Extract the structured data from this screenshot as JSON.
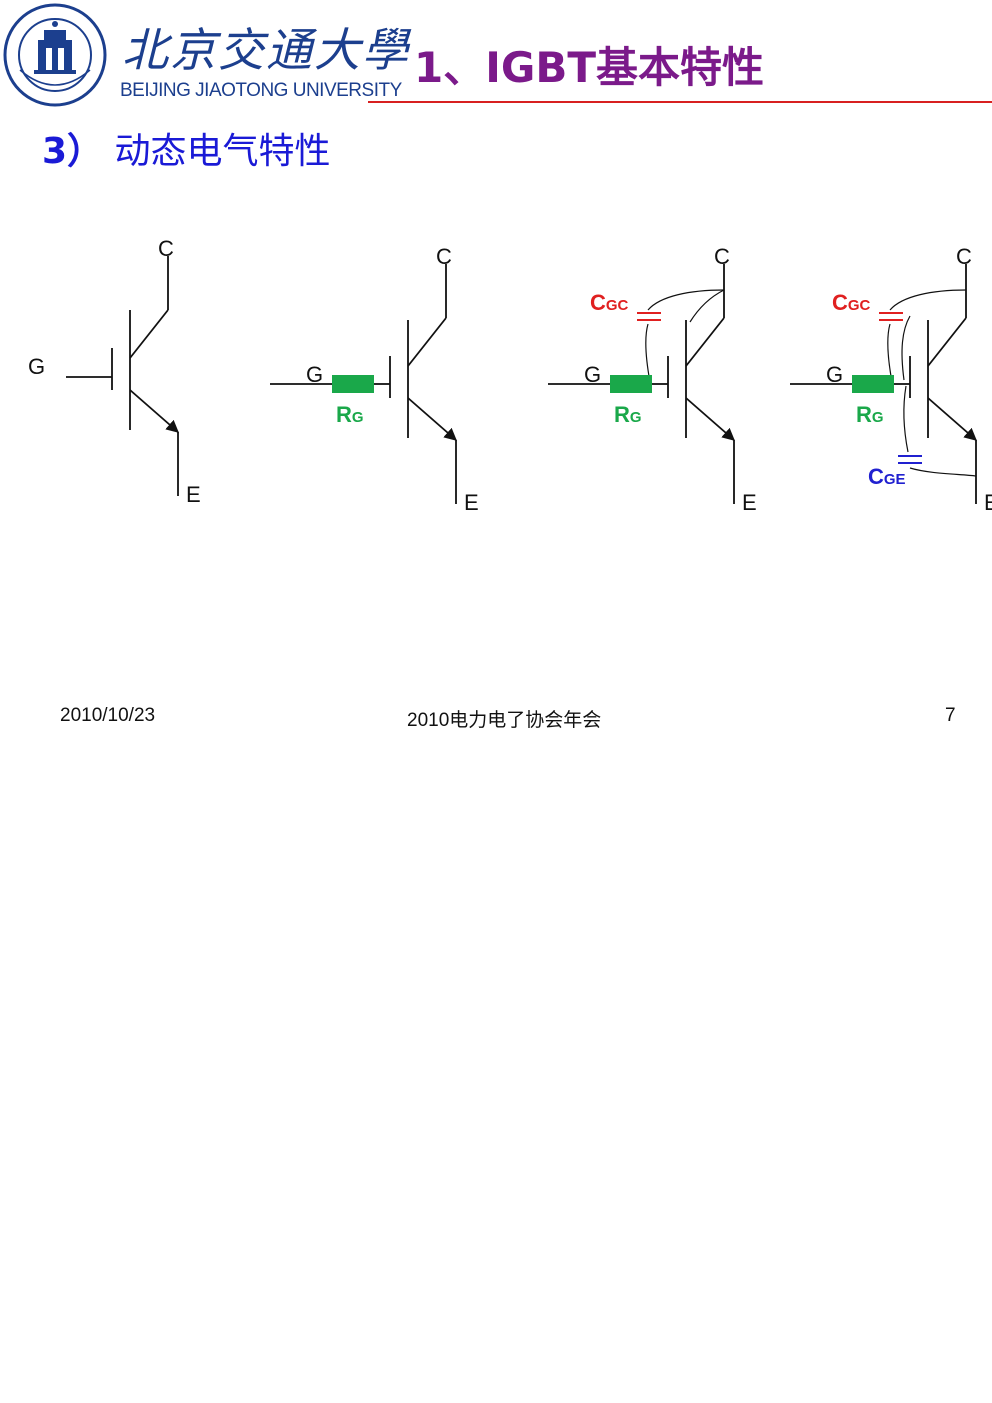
{
  "header": {
    "university_cn": "北京交通大學",
    "university_en": "BEIJING JIAOTONG UNIVERSITY",
    "title": "1、IGBT基本特性"
  },
  "section": {
    "number": "3）",
    "title": "动态电气特性"
  },
  "diagram": {
    "pins": {
      "collector": "C",
      "gate": "G",
      "emitter": "E"
    },
    "labels": {
      "gate_resistor": {
        "main": "R",
        "sub": "G"
      },
      "gate_collector_cap": {
        "main": "C",
        "sub": "GC"
      },
      "gate_emitter_cap": {
        "main": "C",
        "sub": "GE"
      }
    },
    "colors": {
      "wire": "#111111",
      "resistor": "#1aa84a",
      "cgc": "#e02020",
      "cge": "#2020d0",
      "rg_label": "#1aa84a"
    }
  },
  "footer": {
    "date": "2010/10/23",
    "event": "2010电力电了协会年会",
    "page": "7"
  },
  "colors": {
    "title": "#7b1a8a",
    "section": "#1a1ad6",
    "rule": "#d82020",
    "brand": "#1c3f8e"
  }
}
